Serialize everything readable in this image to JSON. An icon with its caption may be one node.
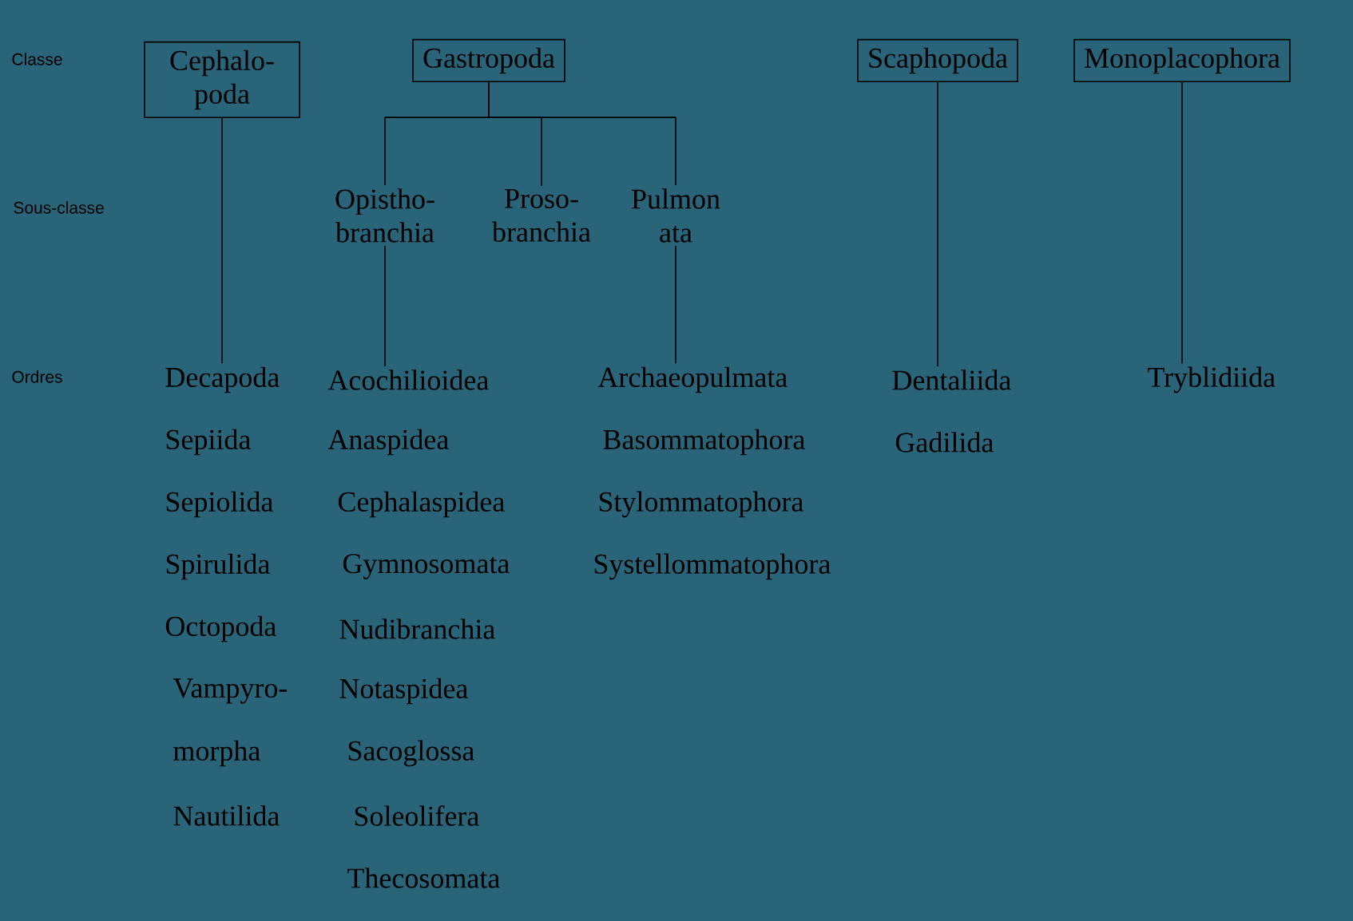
{
  "diagram": {
    "nodes": [
      {
        "text": [
          "Cephalo- poda"
        ]
      },
      {
        "text": [
          "Gastropoda"
        ]
      },
      {
        "text": [
          "Scaphopoda"
        ]
      },
      {
        "text": [
          "Monoplacophora"
        ]
      },
      {
        "text": [
          "Opistho- branchia"
        ]
      },
      {
        "text": [
          "Proso- branchia"
        ]
      },
      {
        "text": [
          "Pulmon ata"
        ]
      },
      {
        "text": [
          "Decapoda"
        ]
      },
      {
        "text": [
          "Acochilioidea"
        ]
      },
      {
        "text": [
          "Archaeopulmata"
        ]
      },
      {
        "text": [
          "Dentaliida"
        ]
      },
      {
        "text": [
          "Tryblidiida"
        ]
      }
    ],
    "edges": [
      {
        "from": 0,
        "to": 7,
        "arrow": "none"
      },
      {
        "from": 1,
        "to": 4,
        "arrow": "none"
      },
      {
        "from": 1,
        "to": 5,
        "arrow": "none"
      },
      {
        "from": 1,
        "to": 6,
        "arrow": "none"
      },
      {
        "from": 4,
        "to": 8,
        "arrow": "none"
      },
      {
        "from": 6,
        "to": 9,
        "arrow": "none"
      },
      {
        "from": 2,
        "to": 10,
        "arrow": "none"
      },
      {
        "from": 3,
        "to": 11,
        "arrow": "none"
      }
    ],
    "labels": [
      "Classe",
      "Sous-classe",
      "Ordres",
      "Sepiida",
      "Anaspidea",
      "Basommatophora",
      "Gadilida",
      "Sepiolida",
      "Cephalaspidea",
      "Stylommatophora",
      "Spirulida",
      "Gymnosomata",
      "Systellommatophora",
      "Octopoda",
      "Nudibranchia",
      "Vampyro-",
      "Notaspidea",
      "morpha",
      "Sacoglossa",
      "Nautilida",
      "Soleolifera",
      "Thecosomata"
    ]
  }
}
